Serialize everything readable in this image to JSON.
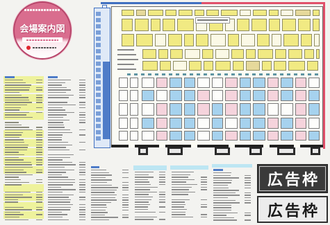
{
  "badge": {
    "title": "会場案内図"
  },
  "ads": [
    {
      "label": "広告枠"
    },
    {
      "label": "広告枠"
    }
  ],
  "colors": {
    "badge_pink": "#d96d8e",
    "badge_pink_dark": "#b8466b",
    "hall_border_blue": "#3f6fc0",
    "hall_border_red": "#e0506a",
    "booth_yellow": "#f1ea83",
    "booth_blue": "#a6d2ee",
    "booth_pink": "#f5d3dc",
    "list_highlight_yellow": "#eef29c",
    "list_highlight_cyan": "#bde6f3",
    "ad_dark": "#3a3a3a",
    "ad_light": "#ececec"
  }
}
